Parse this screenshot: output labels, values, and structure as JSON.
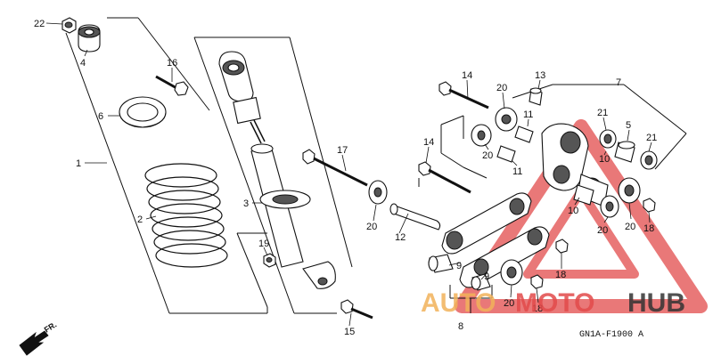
{
  "diagram": {
    "callouts": [
      {
        "id": "c22",
        "text": "22"
      },
      {
        "id": "c4",
        "text": "4"
      },
      {
        "id": "c16",
        "text": "16"
      },
      {
        "id": "c6",
        "text": "6"
      },
      {
        "id": "c1",
        "text": "1"
      },
      {
        "id": "c2",
        "text": "2"
      },
      {
        "id": "c3",
        "text": "3"
      },
      {
        "id": "c19",
        "text": "19"
      },
      {
        "id": "c17",
        "text": "17"
      },
      {
        "id": "c20a",
        "text": "20"
      },
      {
        "id": "c12",
        "text": "12"
      },
      {
        "id": "c15",
        "text": "15"
      },
      {
        "id": "c14a",
        "text": "14"
      },
      {
        "id": "c20b",
        "text": "20"
      },
      {
        "id": "c13",
        "text": "13"
      },
      {
        "id": "c7",
        "text": "7"
      },
      {
        "id": "c11a",
        "text": "11"
      },
      {
        "id": "c20c",
        "text": "20"
      },
      {
        "id": "c11b",
        "text": "11"
      },
      {
        "id": "c14b",
        "text": "14"
      },
      {
        "id": "c21a",
        "text": "21"
      },
      {
        "id": "c5",
        "text": "5"
      },
      {
        "id": "c21b",
        "text": "21"
      },
      {
        "id": "c10a",
        "text": "10"
      },
      {
        "id": "c10b",
        "text": "10"
      },
      {
        "id": "c20d",
        "text": "20"
      },
      {
        "id": "c20e",
        "text": "20"
      },
      {
        "id": "c18a",
        "text": "18"
      },
      {
        "id": "c9a",
        "text": "9"
      },
      {
        "id": "c9b",
        "text": "9"
      },
      {
        "id": "c18b",
        "text": "18"
      },
      {
        "id": "c20f",
        "text": "20"
      },
      {
        "id": "c18c",
        "text": "18"
      },
      {
        "id": "c8",
        "text": "8"
      }
    ],
    "direction_label": "FR.",
    "diagram_code": "GN1A-F1900 A",
    "watermark": {
      "part1": "AUTO",
      "part2": "MOTO",
      "part3": "HUB"
    },
    "colors": {
      "watermark_orange": "#f2b25a",
      "watermark_red": "#e24b4b",
      "watermark_dark": "#333333"
    }
  }
}
